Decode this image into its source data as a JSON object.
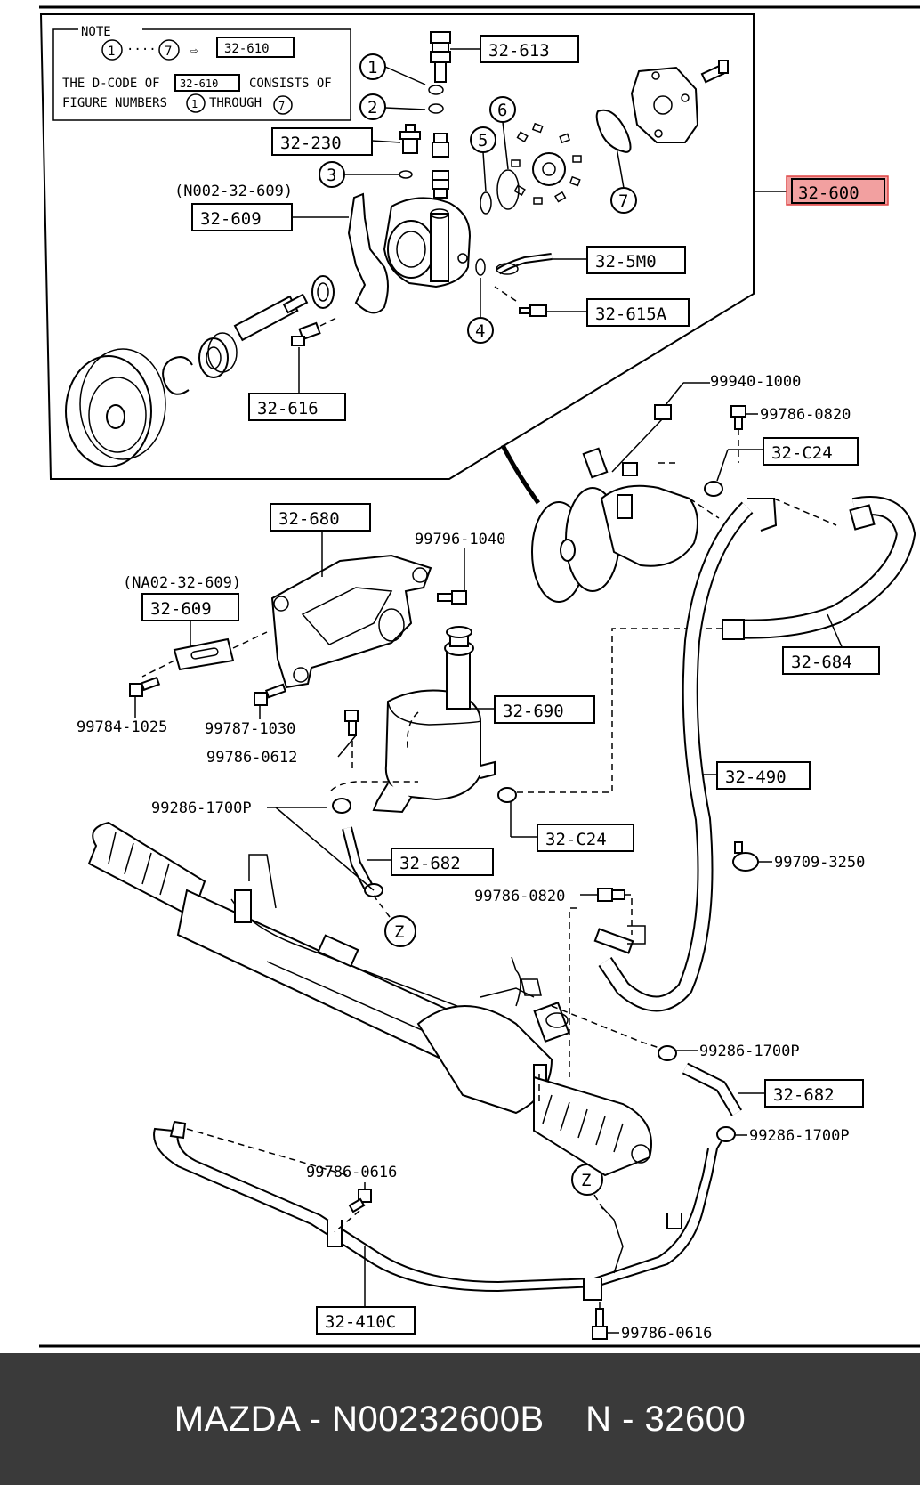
{
  "note": {
    "title": "NOTE",
    "circle_from": "1",
    "circle_to": "7",
    "arrow": "⇨",
    "ref_code": "32-610",
    "line1a": "THE D-CODE OF",
    "line1_code": "32-610",
    "line1b": "CONSISTS OF",
    "line2a": "FIGURE NUMBERS",
    "line2_from": "1",
    "line2_mid": "THROUGH",
    "line2_to": "7"
  },
  "callouts": {
    "c1": "1",
    "c2": "2",
    "c3": "3",
    "c4": "4",
    "c5": "5",
    "c6": "6",
    "c7": "7",
    "z1": "Z",
    "z2": "Z"
  },
  "labels": {
    "p32_613": "32-613",
    "p32_230": "32-230",
    "p32_609_note": "(N002-32-609)",
    "p32_609_top": "32-609",
    "p32_5m0": "32-5M0",
    "p32_615a": "32-615A",
    "p32_616": "32-616",
    "p32_600": "32-600",
    "b99940_1000": "99940-1000",
    "b99786_0820_a": "99786-0820",
    "p32_c24_a": "32-C24",
    "p32_680": "32-680",
    "b99796_1040": "99796-1040",
    "p32_609_note2": "(NA02-32-609)",
    "p32_609_mid": "32-609",
    "p32_684": "32-684",
    "p32_690": "32-690",
    "b99784_1025": "99784-1025",
    "b99787_1030": "99787-1030",
    "b99786_0612": "99786-0612",
    "p32_490": "32-490",
    "c99286_1700p_a": "99286-1700P",
    "p32_c24_b": "32-C24",
    "p32_682_a": "32-682",
    "b99709_3250": "99709-3250",
    "b99786_0820_b": "99786-0820",
    "c99286_1700p_b": "99286-1700P",
    "p32_682_b": "32-682",
    "c99286_1700p_c": "99286-1700P",
    "b99786_0616_a": "99786-0616",
    "p32_410c": "32-410C",
    "b99786_0616_b": "99786-0616"
  },
  "highlight_color": "#f2a0a0",
  "footer": {
    "text": "MAZDA - N00232600B    N - 32600"
  }
}
